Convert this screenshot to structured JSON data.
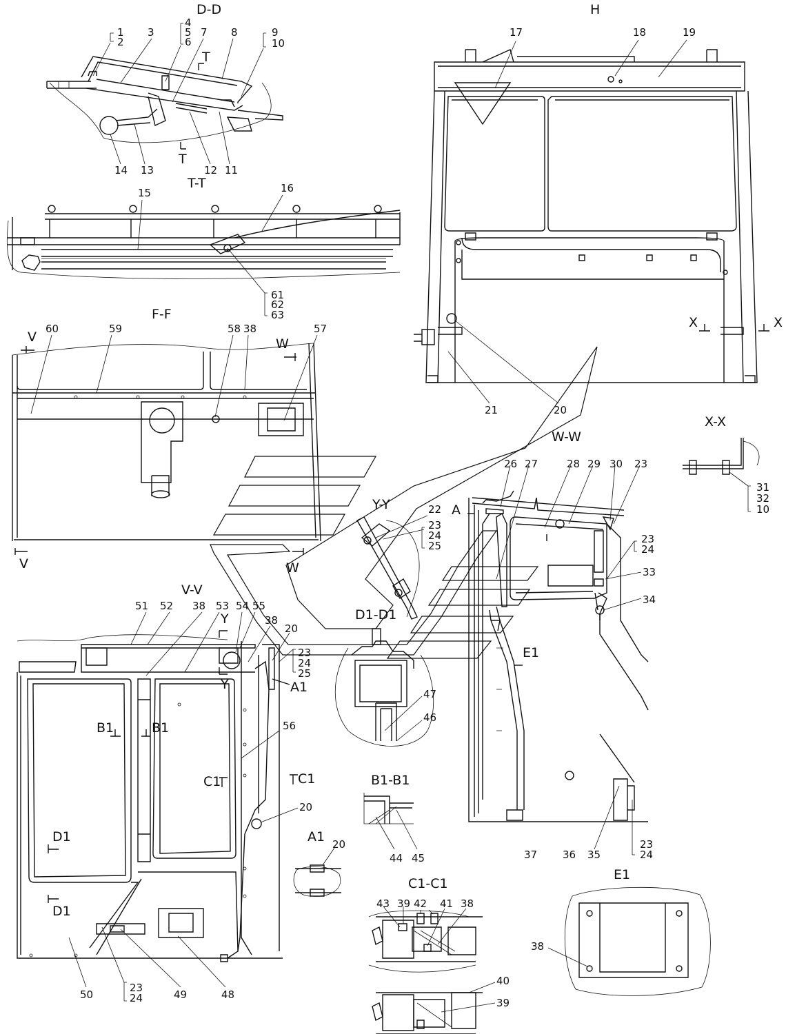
{
  "sections": {
    "dd": "D-D",
    "h": "H",
    "tt": "T-T",
    "ff": "F-F",
    "xx": "X-X",
    "ww": "W-W",
    "yy": "Y-Y",
    "vv": "V-V",
    "d1d1": "D1-D1",
    "b1b1": "B1-B1",
    "a1": "A1",
    "c1c1": "C1-C1",
    "e1": "E1"
  },
  "markers": {
    "t": "T",
    "v": "V",
    "w": "W",
    "x": "X",
    "y": "Y",
    "a": "A",
    "a1": "A1",
    "b1": "B1",
    "c1": "C1",
    "d1": "D1",
    "e1": "E1"
  },
  "labels": {
    "n1": "1",
    "n2": "2",
    "n3": "3",
    "n4": "4",
    "n5": "5",
    "n6": "6",
    "n7": "7",
    "n8": "8",
    "n9": "9",
    "n10": "10",
    "n11": "11",
    "n12": "12",
    "n13": "13",
    "n14": "14",
    "n15": "15",
    "n16": "16",
    "n17": "17",
    "n18": "18",
    "n19": "19",
    "n20": "20",
    "n21": "21",
    "n22": "22",
    "n23": "23",
    "n24": "24",
    "n25": "25",
    "n26": "26",
    "n27": "27",
    "n28": "28",
    "n29": "29",
    "n30": "30",
    "n31": "31",
    "n32": "32",
    "n33": "33",
    "n34": "34",
    "n35": "35",
    "n36": "36",
    "n37": "37",
    "n38": "38",
    "n39": "39",
    "n40": "40",
    "n41": "41",
    "n42": "42",
    "n43": "43",
    "n44": "44",
    "n45": "45",
    "n46": "46",
    "n47": "47",
    "n48": "48",
    "n49": "49",
    "n50": "50",
    "n51": "51",
    "n52": "52",
    "n53": "53",
    "n54": "54",
    "n55": "55",
    "n56": "56",
    "n57": "57",
    "n58": "58",
    "n59": "59",
    "n60": "60",
    "n61": "61",
    "n62": "62",
    "n63": "63"
  }
}
